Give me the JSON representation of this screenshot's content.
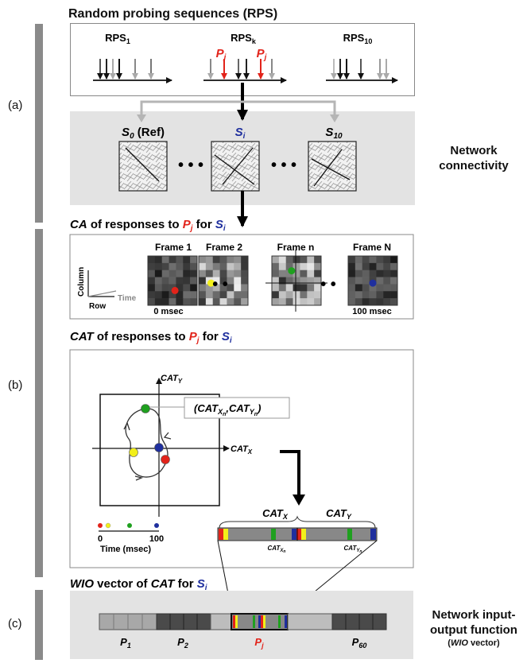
{
  "section_labels": [
    "(a)",
    "(b)",
    "(c)"
  ],
  "rps": {
    "title": "Random probing sequences (RPS)",
    "items": [
      {
        "base": "RPS",
        "sub": "1"
      },
      {
        "base": "RPS",
        "sub": "k"
      },
      {
        "base": "RPS",
        "sub": "10"
      }
    ],
    "probe_base": "P",
    "probe_sub": "j"
  },
  "connectivity": {
    "states": [
      {
        "base": "S",
        "sub": "0",
        "suffix": " (Ref)"
      },
      {
        "base": "S",
        "sub": "i",
        "suffix": ""
      },
      {
        "base": "S",
        "sub": "10",
        "suffix": ""
      }
    ],
    "ellipsis": "• • •",
    "side_label_line1": "Network",
    "side_label_line2": "connectivity"
  },
  "ca": {
    "title_pre": "CA",
    "title_mid": " of responses to ",
    "title_p": "P",
    "title_p_sub": "j",
    "title_for": " for ",
    "title_s": "S",
    "title_s_sub": "i",
    "axes": {
      "column": "Column",
      "row": "Row",
      "time": "Time"
    },
    "frames": [
      "Frame 1",
      "Frame 2",
      "Frame n",
      "Frame N"
    ],
    "time_start": "0 msec",
    "time_end": "100 msec",
    "ellipsis": "• •"
  },
  "cat": {
    "title_pre": "CAT",
    "title_mid": " of responses to ",
    "title_p": "P",
    "title_p_sub": "j",
    "title_for": " for ",
    "title_s": "S",
    "title_s_sub": "i",
    "axis_y": "CAT",
    "axis_y_sub": "Y",
    "axis_x": "CAT",
    "axis_x_sub": "X",
    "callout": "(CAT",
    "time_label": "Time (msec)",
    "time_ticks": [
      "0",
      "100"
    ],
    "vec_x": "CAT",
    "vec_x_sub": "X",
    "vec_y": "CAT",
    "vec_y_sub": "Y",
    "vec_xn": "CAT",
    "vec_yn": "CAT"
  },
  "wio": {
    "title_pre": "WIO",
    "title_mid": " vector of ",
    "title_cat": "CAT",
    "title_for": " for ",
    "title_s": "S",
    "title_s_sub": "i",
    "segments": [
      {
        "base": "P",
        "sub": "1"
      },
      {
        "base": "P",
        "sub": "2"
      },
      {
        "base": "P",
        "sub": "j"
      },
      {
        "base": "P",
        "sub": "60"
      }
    ],
    "side_label_line1": "Network input-",
    "side_label_line2": "output function",
    "side_label_line3_pre": "(",
    "side_label_line3_em": "WIO",
    "side_label_line3_post": " vector)"
  },
  "colors": {
    "red": "#e2231a",
    "blue": "#1f2f9e",
    "green": "#1fa01f",
    "yellow": "#f2ef1a"
  }
}
